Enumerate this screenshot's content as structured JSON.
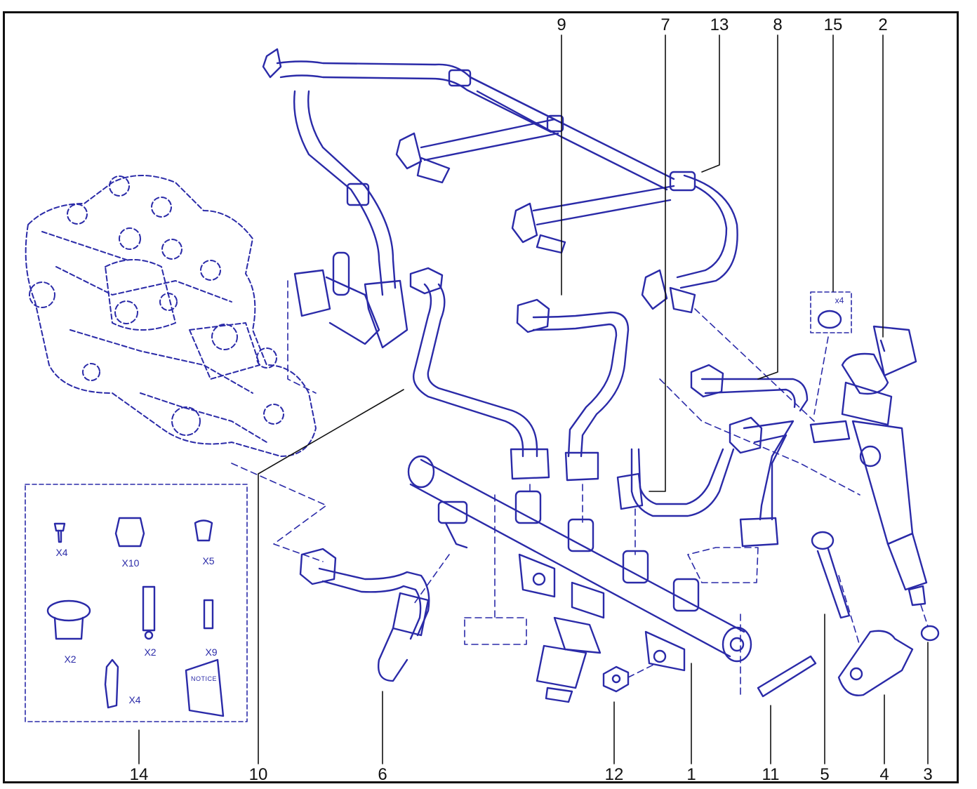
{
  "callouts": {
    "c9": "9",
    "c7": "7",
    "c13": "13",
    "c8": "8",
    "c15": "15",
    "c2": "2",
    "c14": "14",
    "c10": "10",
    "c6": "6",
    "c12": "12",
    "c1": "1",
    "c11": "11",
    "c5": "5",
    "c4": "4",
    "c3": "3"
  },
  "seal_qty": "x4",
  "kit": {
    "q1": "X4",
    "q2": "X10",
    "q3": "X5",
    "q4": "X2",
    "q5": "X2",
    "q6": "X9",
    "q7": "X4",
    "booklet": "NOTICE"
  },
  "colors": {
    "line": "#2a2aa8",
    "frame": "#111111",
    "background": "#ffffff"
  }
}
